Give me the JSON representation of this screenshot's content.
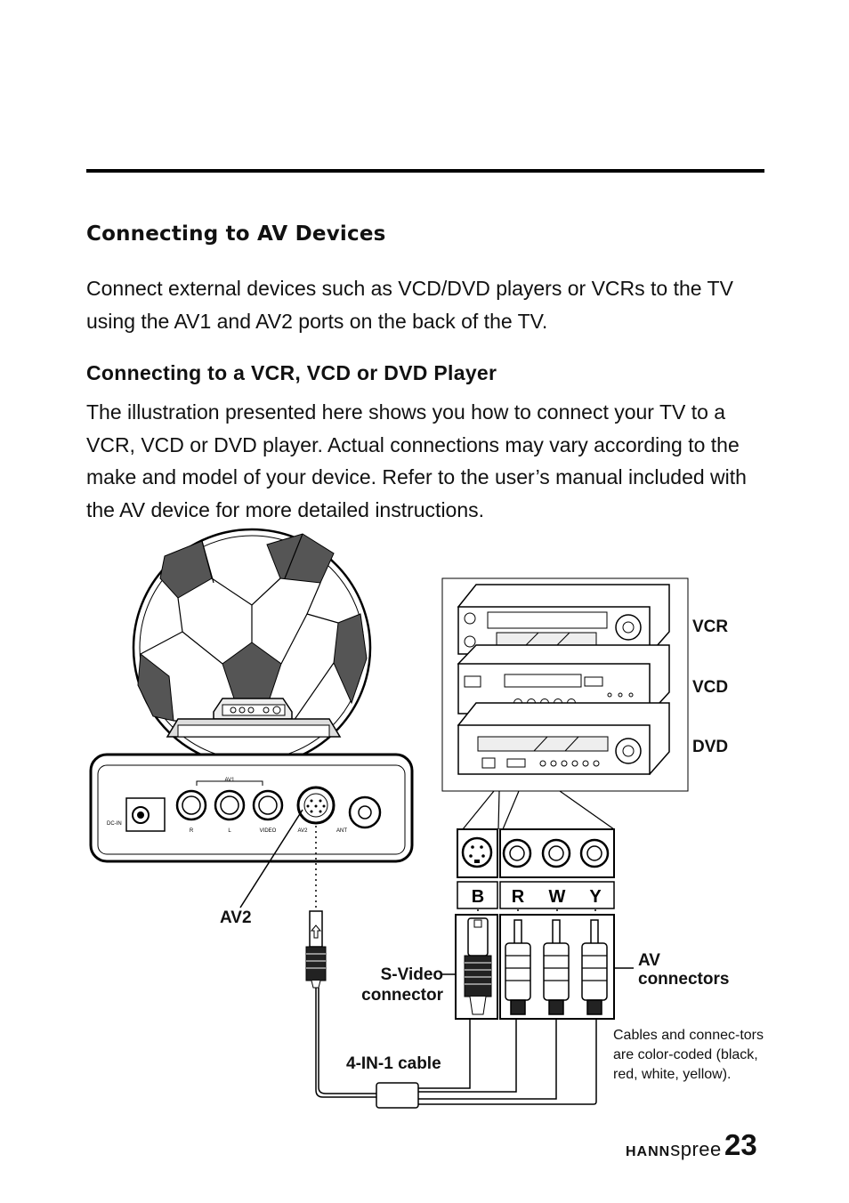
{
  "heading": "Connecting to AV Devices",
  "intro": "Connect external devices such as VCD/DVD players or VCRs to the TV using the AV1 and AV2 ports on the back of the TV.",
  "subheading": "Connecting to a VCR, VCD or DVD Player",
  "body": "The illustration presented here shows you how to connect your TV to a VCR, VCD or DVD player. Actual connections may vary according to the make and model of your device. Refer to the user’s manual included with the AV device for more detailed instructions.",
  "figure": {
    "tv_panel": {
      "av1": "AV1",
      "dc_in": "DC-IN",
      "r": "R",
      "l": "L",
      "video": "VIDEO",
      "av2": "AV2",
      "ant": "ANT"
    },
    "devices": [
      "VCR",
      "VCD",
      "DVD"
    ],
    "color_codes": [
      "B",
      "R",
      "W",
      "Y"
    ],
    "av2_label": "AV2",
    "svideo_label": "S-Video connector",
    "av_connectors_label": "AV connectors",
    "cable_label": "4-IN-1 cable",
    "note": "Cables and connec-tors are color-coded (black, red, white, yellow)."
  },
  "footer": {
    "brand_bold": "HANN",
    "brand_light": "spree",
    "page_number": "23"
  }
}
